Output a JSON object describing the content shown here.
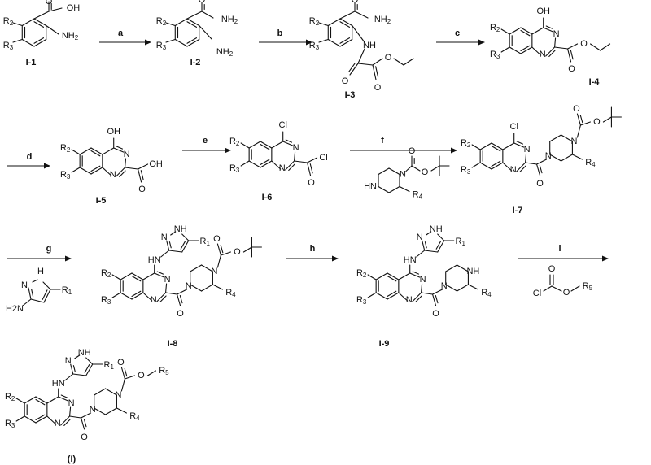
{
  "scheme": {
    "compounds": [
      {
        "key": "c1",
        "id": "I-1",
        "atoms": [
          "R2",
          "R3",
          "OH",
          "NH2",
          "O"
        ]
      },
      {
        "key": "c2",
        "id": "I-2",
        "atoms": [
          "R2",
          "R3",
          "NH2",
          "NH2",
          "O"
        ]
      },
      {
        "key": "c3",
        "id": "I-3",
        "atoms": [
          "R2",
          "R3",
          "NH2",
          "NH",
          "O",
          "O",
          "O",
          "O"
        ]
      },
      {
        "key": "c4",
        "id": "I-4",
        "atoms": [
          "OH",
          "R2",
          "R3",
          "N",
          "N",
          "O",
          "O"
        ]
      },
      {
        "key": "c5",
        "id": "I-5",
        "atoms": [
          "OH",
          "R2",
          "R3",
          "N",
          "N",
          "OH",
          "O"
        ]
      },
      {
        "key": "c6",
        "id": "I-6",
        "atoms": [
          "Cl",
          "R2",
          "R3",
          "N",
          "N",
          "Cl",
          "O"
        ]
      },
      {
        "key": "c7",
        "id": "I-7",
        "atoms": [
          "Cl",
          "R2",
          "R3",
          "N",
          "N",
          "N",
          "N",
          "O",
          "O",
          "O",
          "R4"
        ]
      },
      {
        "key": "c8",
        "id": "I-8",
        "atoms": [
          "N",
          "NH",
          "R1",
          "HN",
          "R2",
          "R3",
          "N",
          "N",
          "N",
          "N",
          "O",
          "O",
          "O",
          "R4"
        ]
      },
      {
        "key": "c9",
        "id": "I-9",
        "atoms": [
          "N",
          "NH",
          "R1",
          "HN",
          "R2",
          "R3",
          "N",
          "N",
          "N",
          "NH",
          "O",
          "R4"
        ]
      },
      {
        "key": "cI",
        "id": "(I)",
        "atoms": [
          "N",
          "NH",
          "R1",
          "HN",
          "R2",
          "R3",
          "N",
          "N",
          "N",
          "N",
          "O",
          "O",
          "O",
          "R5",
          "R4"
        ]
      }
    ],
    "steps": [
      {
        "key": "a",
        "label": "a",
        "reagent": []
      },
      {
        "key": "b",
        "label": "b",
        "reagent": []
      },
      {
        "key": "c",
        "label": "c",
        "reagent": []
      },
      {
        "key": "d",
        "label": "d",
        "reagent": []
      },
      {
        "key": "e",
        "label": "e",
        "reagent": []
      },
      {
        "key": "f",
        "label": "f",
        "reagent": [
          "HN",
          "N",
          "O",
          "O",
          "R4"
        ]
      },
      {
        "key": "g",
        "label": "g",
        "reagent": [
          "N",
          "H",
          "R1",
          "H2N"
        ]
      },
      {
        "key": "h",
        "label": "h",
        "reagent": []
      },
      {
        "key": "i",
        "label": "i",
        "reagent": [
          "O",
          "Cl",
          "O",
          "R5"
        ]
      }
    ]
  }
}
